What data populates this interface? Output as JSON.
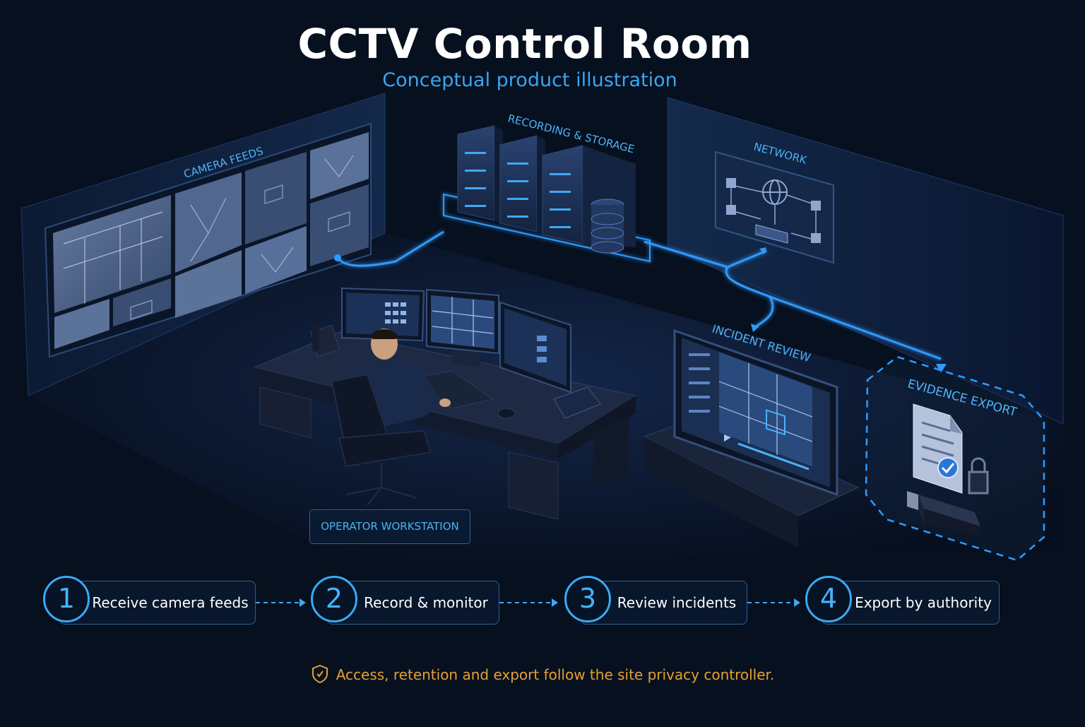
{
  "header": {
    "title": "CCTV Control Room",
    "subtitle": "Conceptual product illustration"
  },
  "zones": {
    "camera_feeds": "CAMERA FEEDS",
    "recording": "RECORDING & STORAGE",
    "network": "NETWORK",
    "incident_review": "INCIDENT REVIEW",
    "evidence_export": "EVIDENCE EXPORT",
    "operator": "OPERATOR WORKSTATION"
  },
  "steps": [
    {
      "number": "1",
      "label": "Receive camera feeds"
    },
    {
      "number": "2",
      "label": "Record & monitor"
    },
    {
      "number": "3",
      "label": "Review incidents"
    },
    {
      "number": "4",
      "label": "Export by authority"
    }
  ],
  "footnote": "Access, retention and export follow the site privacy controller.",
  "colors": {
    "background": "#06101f",
    "accent": "#3aa6f0",
    "glow": "#2f9bff",
    "warning": "#e8a030"
  },
  "icons": [
    "globe-icon",
    "router-icon",
    "document-icon",
    "checkmark-icon",
    "padlock-icon",
    "usb-drive-icon",
    "shield-check-icon",
    "database-icon"
  ]
}
